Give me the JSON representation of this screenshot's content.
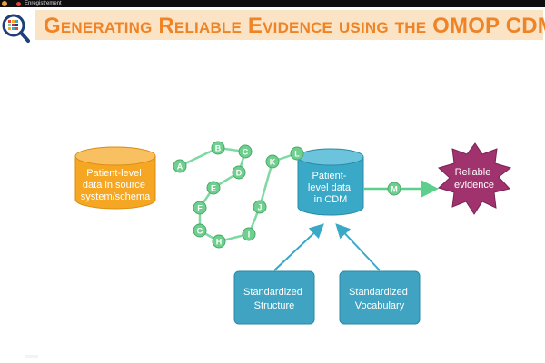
{
  "recording_bar": {
    "label": "Enregistrement"
  },
  "slide": {
    "title": "Generating Reliable Evidence using the OMOP CDM"
  },
  "diagram": {
    "source_cylinder": [
      "Patient-level",
      "data in source",
      "system/schema"
    ],
    "cdm_cylinder": [
      "Patient-",
      "level data",
      "in CDM"
    ],
    "evidence_star": [
      "Reliable",
      "evidence"
    ],
    "structure_box": [
      "Standardized",
      "Structure"
    ],
    "vocabulary_box": [
      "Standardized",
      "Vocabulary"
    ],
    "steps": [
      "A",
      "B",
      "C",
      "D",
      "E",
      "F",
      "G",
      "H",
      "I",
      "J",
      "K",
      "L",
      "M"
    ]
  },
  "colors": {
    "title": "#ef8426",
    "banner": "#fbe3c6",
    "source_cylinder": "#f5a623",
    "cdm_cylinder": "#3aa9c8",
    "step_circle": "#6fcf8e",
    "path": "#7fd9a5",
    "star": "#a0336e",
    "box": "#3fa3c1",
    "arrow": "#3aa9c8"
  }
}
